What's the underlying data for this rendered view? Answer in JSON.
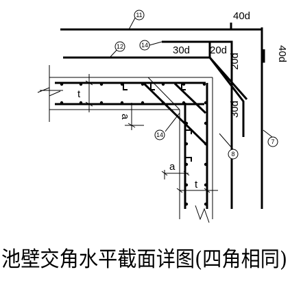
{
  "caption": "池壁交角水平截面详图(四角相同)",
  "bars": [
    {
      "id": "11",
      "label": "40d"
    },
    {
      "id": "12",
      "label": "30d"
    },
    {
      "id": "14",
      "label": "30d"
    },
    {
      "id": "8",
      "label": "20d"
    },
    {
      "id": "7",
      "label": "40d"
    }
  ],
  "dimensions": {
    "thickness": "t",
    "offset": "a"
  },
  "extra_labels": {
    "l20d_top": "20d",
    "l20d_right": "20d",
    "l30d_right": "30d",
    "l40d_right": "40d"
  }
}
